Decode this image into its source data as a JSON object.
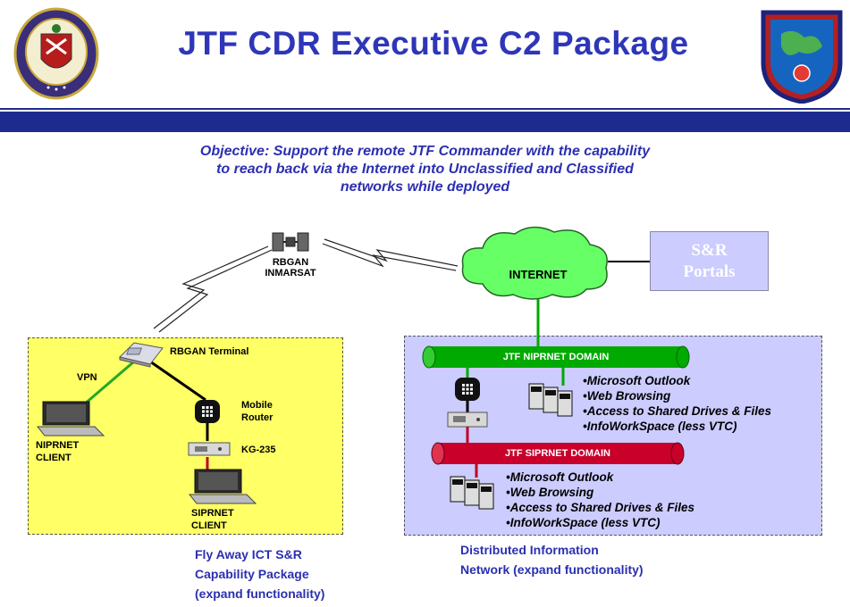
{
  "title": "JTF CDR Executive C2 Package",
  "objective": {
    "line1": "Objective:  Support the remote JTF Commander with the capability",
    "line2": "to reach back via the Internet into Unclassified and Classified",
    "line3": "networks while deployed"
  },
  "satellite": {
    "line1": "RBGAN",
    "line2": "INMARSAT"
  },
  "internet_label": "INTERNET",
  "portals": {
    "line1": "S&R",
    "line2": "Portals"
  },
  "left": {
    "terminal_label": "RBGAN Terminal",
    "vpn_label": "VPN",
    "router_line1": "Mobile",
    "router_line2": "Router",
    "kg_label": "KG-235",
    "niprnet_client_line1": "NIPRNET",
    "niprnet_client_line2": "CLIENT",
    "siprnet_client_line1": "SIPRNET",
    "siprnet_client_line2": "CLIENT"
  },
  "right": {
    "nipr_domain": "JTF NIPRNET DOMAIN",
    "sipr_domain": "JTF SIPRNET DOMAIN",
    "nipr_services": [
      "•Microsoft Outlook",
      "•Web Browsing",
      "•Access to Shared Drives & Files",
      "•InfoWorkSpace (less VTC)"
    ],
    "sipr_services": [
      "•Microsoft Outlook",
      "•Web Browsing",
      "•Access to Shared Drives & Files",
      "•InfoWorkSpace (less VTC)"
    ]
  },
  "captions": {
    "left": [
      "Fly Away ICT S&R",
      "Capability Package",
      "(expand functionality)"
    ],
    "right": [
      "Distributed Information",
      "Network (expand functionality)"
    ]
  },
  "colors": {
    "title": "#2e36b8",
    "header_bar": "#1d2b8f",
    "left_box": "#ffff66",
    "right_box": "#ccccff",
    "cloud": "#66ff66",
    "nipr_pipe": "#00aa00",
    "sipr_pipe": "#cc0033"
  }
}
